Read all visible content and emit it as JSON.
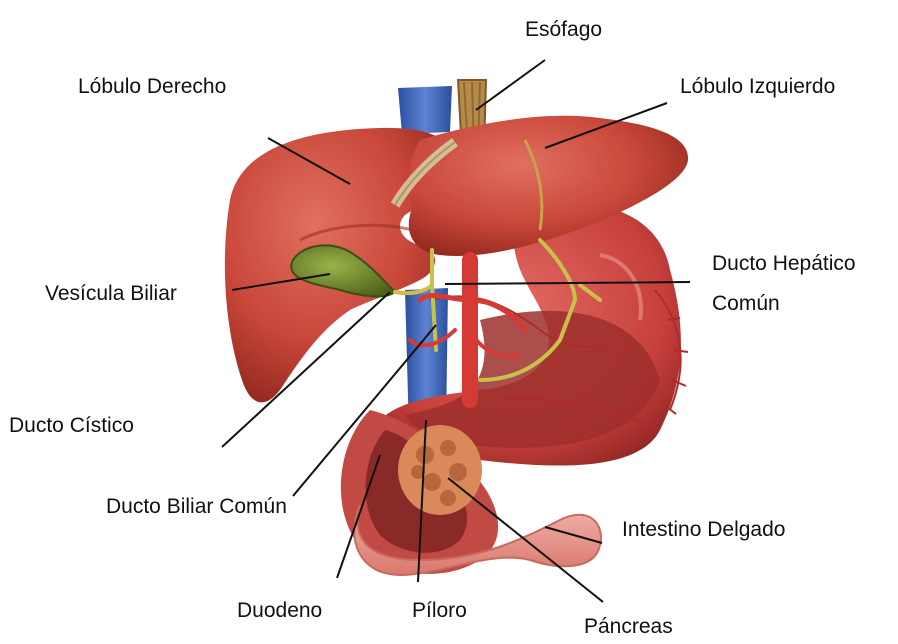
{
  "labels": {
    "esofago": "Esófago",
    "lobulo_derecho": "Lóbulo Derecho",
    "lobulo_izquierdo": "Lóbulo Izquierdo",
    "ducto_hepatico_line1": "Ducto Hepático",
    "ducto_hepatico_line2": "Común",
    "vesicula_biliar": "Vesícula Biliar",
    "ducto_cistico": "Ducto Cístico",
    "ducto_biliar_comun": "Ducto Biliar Común",
    "intestino_delgado": "Intestino Delgado",
    "duodeno": "Duodeno",
    "piloro": "Píloro",
    "pancreas": "Páncreas"
  },
  "colors": {
    "liver": "#c9473a",
    "liver_dark": "#9e2f25",
    "gallbladder": "#6f8a2a",
    "stomach": "#cf4b47",
    "stomach_inner": "#8e2a2a",
    "vein": "#3f63b5",
    "artery": "#d63a35",
    "duct": "#c8c04a",
    "intestine": "#e89a92",
    "pancreas": "#d98a5a",
    "leader_line": "#111111"
  }
}
